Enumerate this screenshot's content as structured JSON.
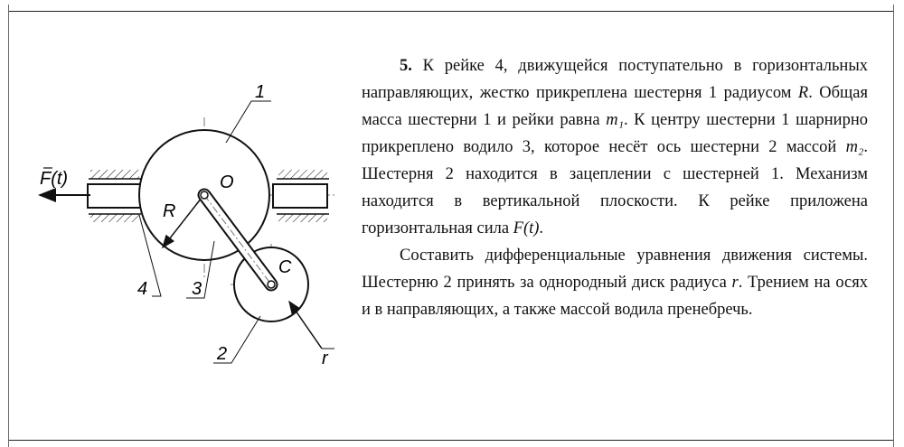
{
  "problem": {
    "number": "5.",
    "p1_a": "К рейке 4, движущейся поступательно в горизонтальных направляющих, жестко прикреплена шестерня 1 радиусом ",
    "p1_R": "R",
    "p1_b": ". Общая масса шестерни 1 и рейки равна ",
    "p1_m1": "m₁",
    "p1_c": ". К центру шестерни 1 шарнирно прикреплено водило 3, которое несёт ось шестерни 2 массой ",
    "p1_m2": "m₂",
    "p1_d": ". Шестерня 2 находится в зацеплении с шестерней 1. Механизм находится в вертикальной плоскости. К рейке приложена горизонтальная сила ",
    "p1_F": "F(t)",
    "p1_e": ".",
    "p2_a": "Составить дифференциальные уравнения движения системы. Шестерню 2 принять за однородный диск радиуса ",
    "p2_r": "r",
    "p2_b": ". Трением на осях и в направляющих, а также массой водила пренебречь."
  },
  "figure_labels": {
    "force": "F(t)",
    "gear1": "1",
    "gear2": "2",
    "carrier": "3",
    "rack": "4",
    "center_O": "O",
    "center_C": "C",
    "radius_R": "R",
    "radius_r": "r"
  }
}
